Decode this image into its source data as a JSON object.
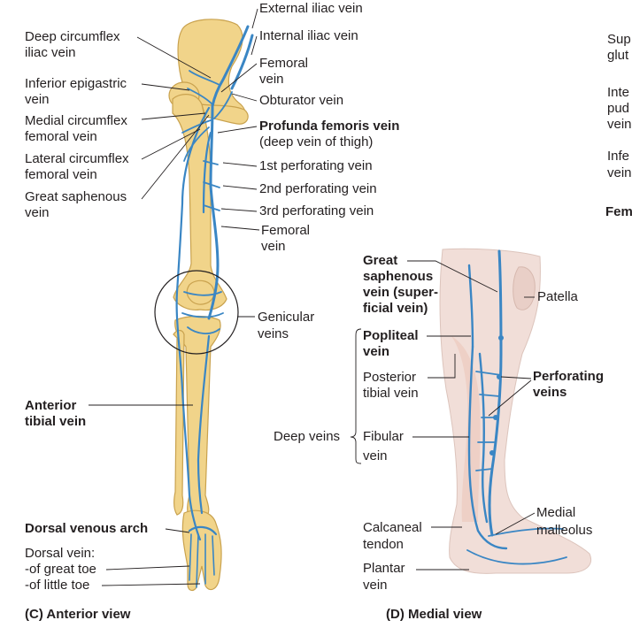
{
  "colors": {
    "vein": "#3a86c4",
    "bone": "#f1d48a",
    "bone_edge": "#c9a24e",
    "skin": "#f1ded8",
    "leader": "#231f20"
  },
  "panel_c": {
    "caption": "(C) Anterior view",
    "labels": {
      "external_iliac": "External iliac vein",
      "internal_iliac": "Internal iliac vein",
      "femoral_top_1": "Femoral",
      "femoral_top_2": "vein",
      "obturator": "Obturator vein",
      "profunda_1": "Profunda femoris vein",
      "profunda_2": "(deep vein of thigh)",
      "perf_1": "1st perforating vein",
      "perf_2": "2nd perforating vein",
      "perf_3": "3rd perforating vein",
      "femoral_mid_1": "Femoral",
      "femoral_mid_2": "vein",
      "genicular_1": "Genicular",
      "genicular_2": "veins",
      "deep_circ_1": "Deep circumflex",
      "deep_circ_2": "iliac vein",
      "inf_epi_1": "Inferior epigastric",
      "inf_epi_2": "vein",
      "med_circ_1": "Medial circumflex",
      "med_circ_2": "femoral vein",
      "lat_circ_1": "Lateral circumflex",
      "lat_circ_2": "femoral vein",
      "gsv_1": "Great saphenous",
      "gsv_2": "vein",
      "ant_tib_1": "Anterior",
      "ant_tib_2": "tibial vein",
      "dorsal_arch": "Dorsal venous arch",
      "dorsal_vein_1": "Dorsal vein:",
      "dorsal_vein_2": "-of great toe",
      "dorsal_vein_3": "-of little toe"
    }
  },
  "panel_d": {
    "caption": "(D) Medial view",
    "labels": {
      "gsv_1": "Great",
      "gsv_2": "saphenous",
      "gsv_3": "vein (super-",
      "gsv_4": "ficial vein)",
      "patella": "Patella",
      "popliteal_1": "Popliteal",
      "popliteal_2": "vein",
      "post_tib_1": "Posterior",
      "post_tib_2": "tibial vein",
      "perforating_1": "Perforating",
      "perforating_2": "veins",
      "deep_veins": "Deep veins",
      "fibular_1": "Fibular",
      "fibular_2": "vein",
      "calcaneal_1": "Calcaneal",
      "calcaneal_2": "tendon",
      "plantar_1": "Plantar",
      "plantar_2": "vein",
      "medial_mal_1": "Medial",
      "medial_mal_2": "malleolus"
    }
  },
  "clipped_panel": {
    "sup": "Sup",
    "glut": "glut",
    "inte": "Inte",
    "pud": "pud",
    "vein1": "vein",
    "infe": "Infe",
    "vein2": "vein",
    "fem": "Fem"
  }
}
